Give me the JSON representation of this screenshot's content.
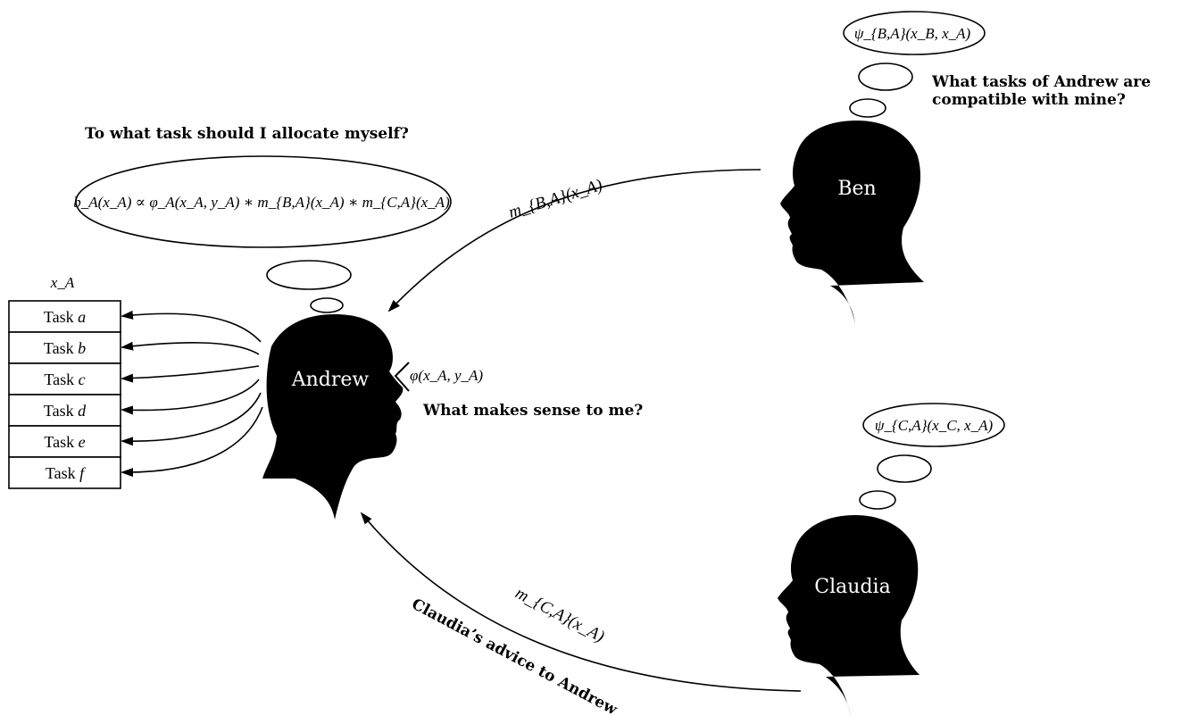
{
  "people": {
    "andrew": "Andrew",
    "ben": "Ben",
    "claudia": "Claudia"
  },
  "questions": {
    "andrew_allocate": "To what task should I allocate myself?",
    "andrew_sense": "What makes sense to me?",
    "ben_line1": "What tasks of Andrew are",
    "ben_line2": "compatible with mine?"
  },
  "formulas": {
    "belief": "b_A(x_A) ∝ φ_A(x_A, y_A) ∗ m_{B,A}(x_A) ∗ m_{C,A}(x_A)",
    "phi": "φ(x_A, y_A)",
    "psi_ba": "ψ_{B,A}(x_B, x_A)",
    "psi_ca": "ψ_{C,A}(x_C, x_A)",
    "msg_ba": "m_{B,A}(x_A)",
    "msg_ca": "m_{C,A}(x_A)"
  },
  "task_header": "x_A",
  "tasks": [
    {
      "word": "Task",
      "var": "a"
    },
    {
      "word": "Task",
      "var": "b"
    },
    {
      "word": "Task",
      "var": "c"
    },
    {
      "word": "Task",
      "var": "d"
    },
    {
      "word": "Task",
      "var": "e"
    },
    {
      "word": "Task",
      "var": "f"
    }
  ],
  "advice_label": "Claudia’s advice to Andrew"
}
